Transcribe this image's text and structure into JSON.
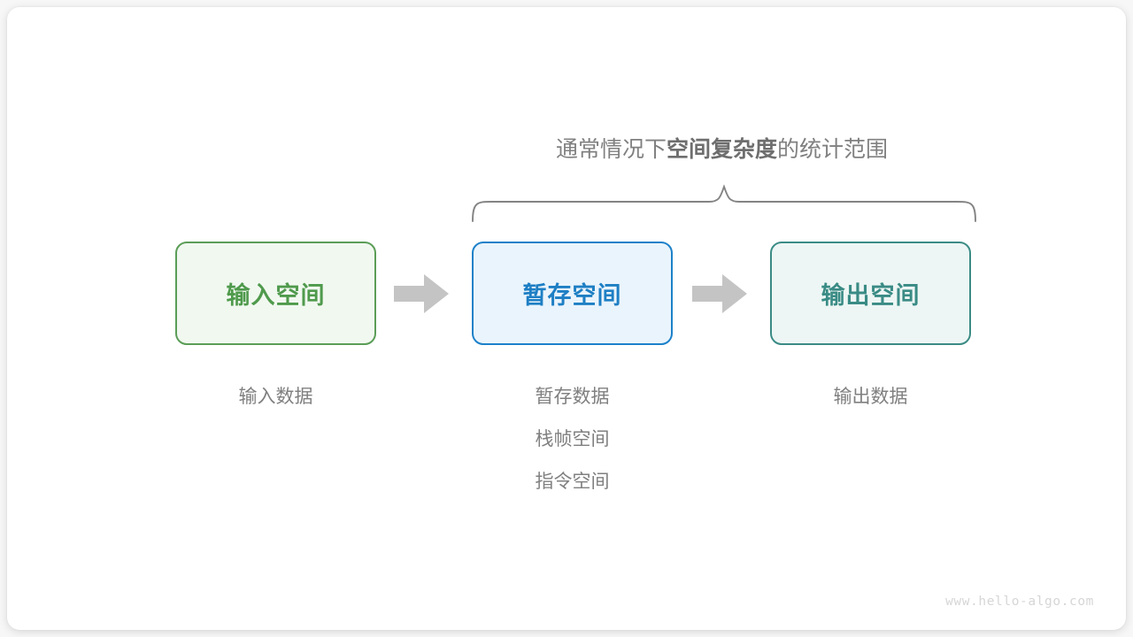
{
  "diagram": {
    "title_prefix": "通常情况下",
    "title_emphasis": "空间复杂度",
    "title_suffix": "的统计范围",
    "brace": {
      "label": "scope-brace",
      "spans": [
        "暂存空间",
        "输出空间"
      ]
    },
    "nodes": [
      {
        "id": "input",
        "label": "输入空间",
        "border_color": "#5b9d57",
        "fill_color": "#f1f8f0",
        "text_color": "#4f9a4c",
        "caption": [
          "输入数据"
        ]
      },
      {
        "id": "temp",
        "label": "暂存空间",
        "border_color": "#1c81c9",
        "fill_color": "#eaf4fc",
        "text_color": "#1e7fc4",
        "caption": [
          "暂存数据",
          "栈帧空间",
          "指令空间"
        ]
      },
      {
        "id": "output",
        "label": "输出空间",
        "border_color": "#3b8b85",
        "fill_color": "#edf6f4",
        "text_color": "#3a8b85",
        "caption": [
          "输出数据"
        ]
      }
    ],
    "arrows": [
      {
        "id": "arrow-1",
        "from": "input",
        "to": "temp",
        "color": "#c4c4c4"
      },
      {
        "id": "arrow-2",
        "from": "temp",
        "to": "output",
        "color": "#c4c4c4"
      }
    ],
    "colors": {
      "text_gray": "#808080",
      "brace_gray": "#848484",
      "arrow_gray": "#c4c4c4",
      "watermark_gray": "#d6d6d6",
      "card_background": "#ffffff"
    },
    "watermark": "www.hello-algo.com"
  }
}
